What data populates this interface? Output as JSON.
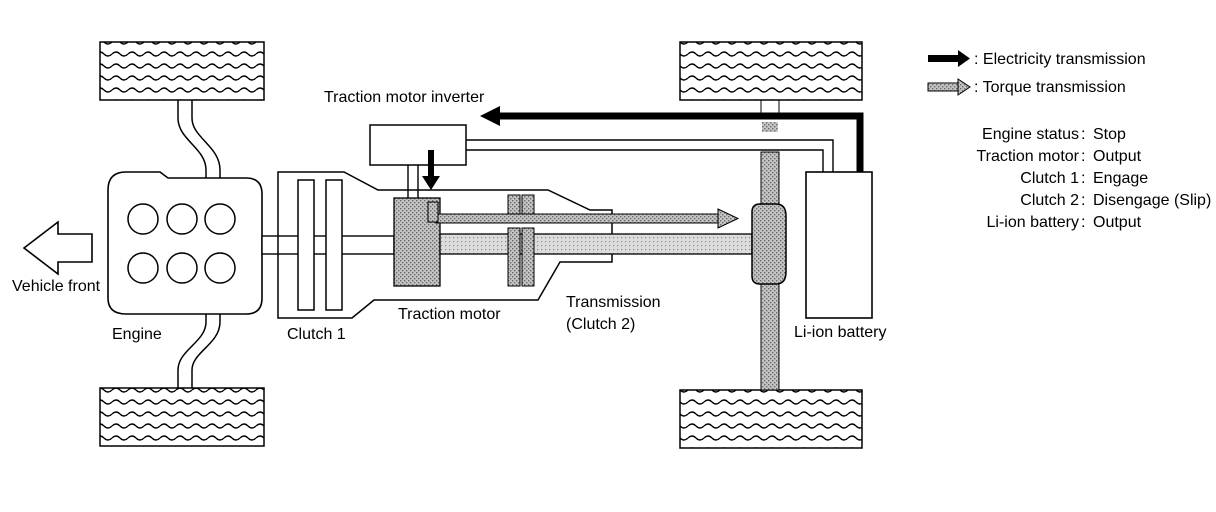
{
  "legend": {
    "electricity": ": Electricity transmission",
    "torque": ": Torque transmission"
  },
  "status": [
    {
      "label": "Engine status",
      "value": "Stop"
    },
    {
      "label": "Traction motor",
      "value": "Output"
    },
    {
      "label": "Clutch 1",
      "value": "Engage"
    },
    {
      "label": "Clutch 2",
      "value": "Disengage (Slip)"
    },
    {
      "label": "Li-ion battery",
      "value": "Output"
    }
  ],
  "labels": {
    "vehicle_front": "Vehicle front",
    "engine": "Engine",
    "clutch1": "Clutch 1",
    "traction_motor": "Traction motor",
    "transmission": "Transmission",
    "transmission_sub": "(Clutch 2)",
    "battery": "Li-ion battery",
    "inverter": "Traction motor inverter"
  },
  "colors": {
    "line": "#000000",
    "torque_fill": "#b9b9b9"
  }
}
